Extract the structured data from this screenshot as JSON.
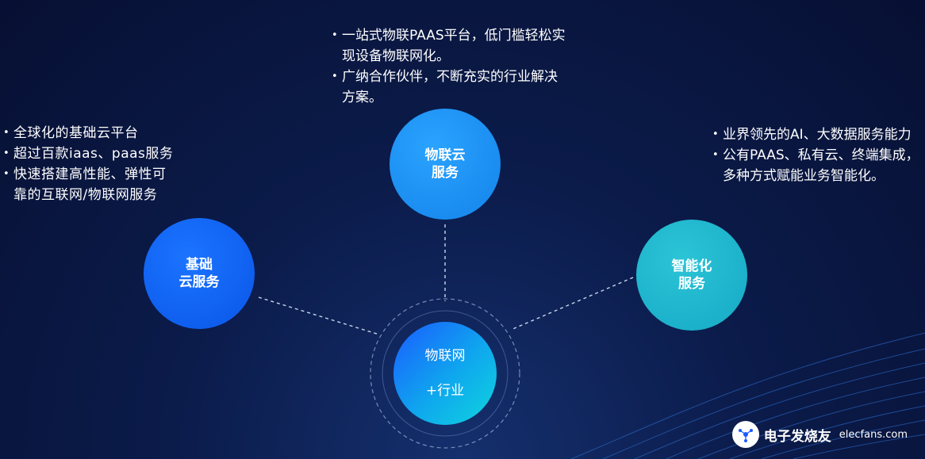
{
  "left_panel": {
    "bullets": [
      "全球化的基础云平台",
      "超过百款iaas、paas服务",
      "快速搭建高性能、弹性可靠的互联网/物联网服务"
    ]
  },
  "top_panel": {
    "bullets": [
      "一站式物联PAAS平台，低门槛轻松实现设备物联网化。",
      "广纳合作伙伴，不断充实的行业解决方案。"
    ]
  },
  "right_panel": {
    "bullets": [
      "业界领先的AI、大数据服务能力",
      "公有PAAS、私有云、终端集成，多种方式赋能业务智能化。"
    ]
  },
  "nodes": {
    "iot_cloud": "物联云\n服务",
    "basic_cloud": "基础\n云服务",
    "smart": "智能化\n服务",
    "center_line1": "物联网",
    "center_line2": "+行业"
  },
  "watermark": {
    "main": "电子发烧友",
    "sub": "elecfans.com"
  },
  "colors": {
    "background": "#0b1b4a",
    "iot_cloud": "#1483ea",
    "basic_cloud": "#0a56e8",
    "smart": "#16a9c6",
    "center_start": "#1a5cff",
    "center_end": "#0fd6dd"
  }
}
